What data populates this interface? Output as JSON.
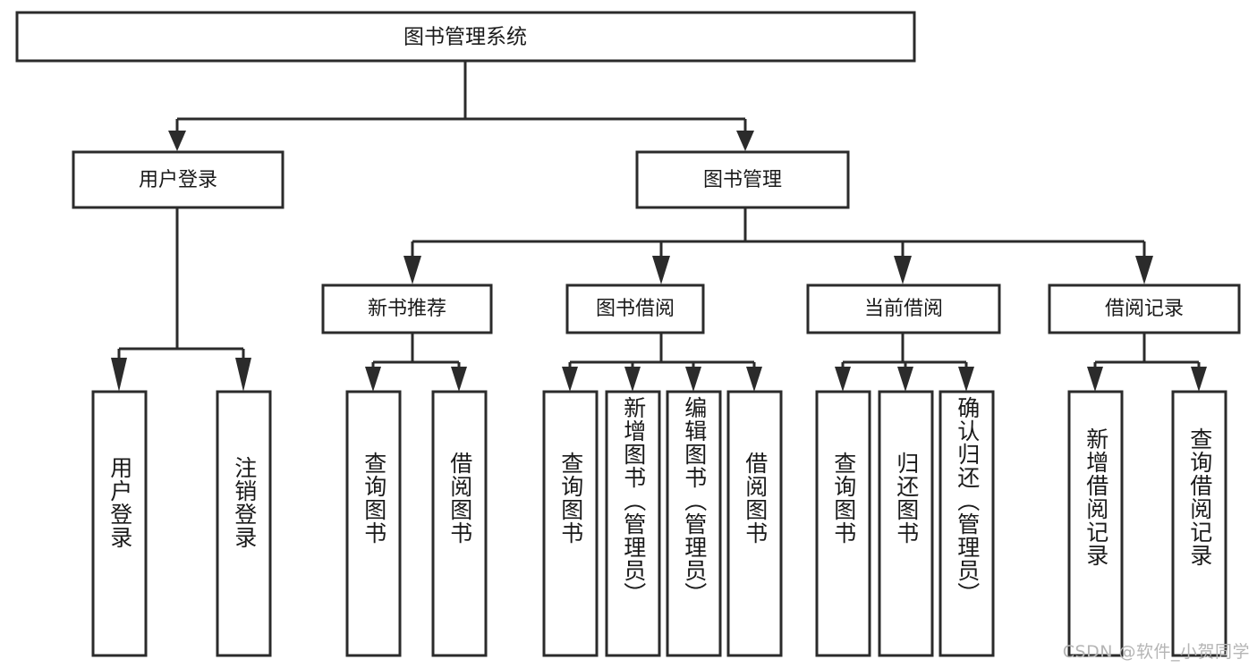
{
  "diagram": {
    "type": "hierarchy-tree",
    "title": "图书管理系统",
    "watermark": "CSDN @软件_小贺同学",
    "colors": {
      "stroke": "#2b2b2b",
      "fill": "#ffffff",
      "text": "#1a1a1a",
      "watermark": "#b5b5b5"
    },
    "root": {
      "label": "图书管理系统"
    },
    "level2": [
      {
        "label": "用户登录"
      },
      {
        "label": "图书管理"
      }
    ],
    "level3": [
      {
        "label": "新书推荐"
      },
      {
        "label": "图书借阅"
      },
      {
        "label": "当前借阅"
      },
      {
        "label": "借阅记录"
      }
    ],
    "leaves": {
      "user_login": [
        {
          "label": "用户登录"
        },
        {
          "label": "注销登录"
        }
      ],
      "new_book_recommend": [
        {
          "label": "查询图书"
        },
        {
          "label": "借阅图书"
        }
      ],
      "book_borrow": [
        {
          "label": "查询图书"
        },
        {
          "label": "新增图书（管理员）"
        },
        {
          "label": "编辑图书（管理员）"
        },
        {
          "label": "借阅图书"
        }
      ],
      "current_borrow": [
        {
          "label": "查询图书"
        },
        {
          "label": "归还图书"
        },
        {
          "label": "确认归还（管理员）"
        }
      ],
      "borrow_record": [
        {
          "label": "新增借阅记录"
        },
        {
          "label": "查询借阅记录"
        }
      ]
    }
  }
}
